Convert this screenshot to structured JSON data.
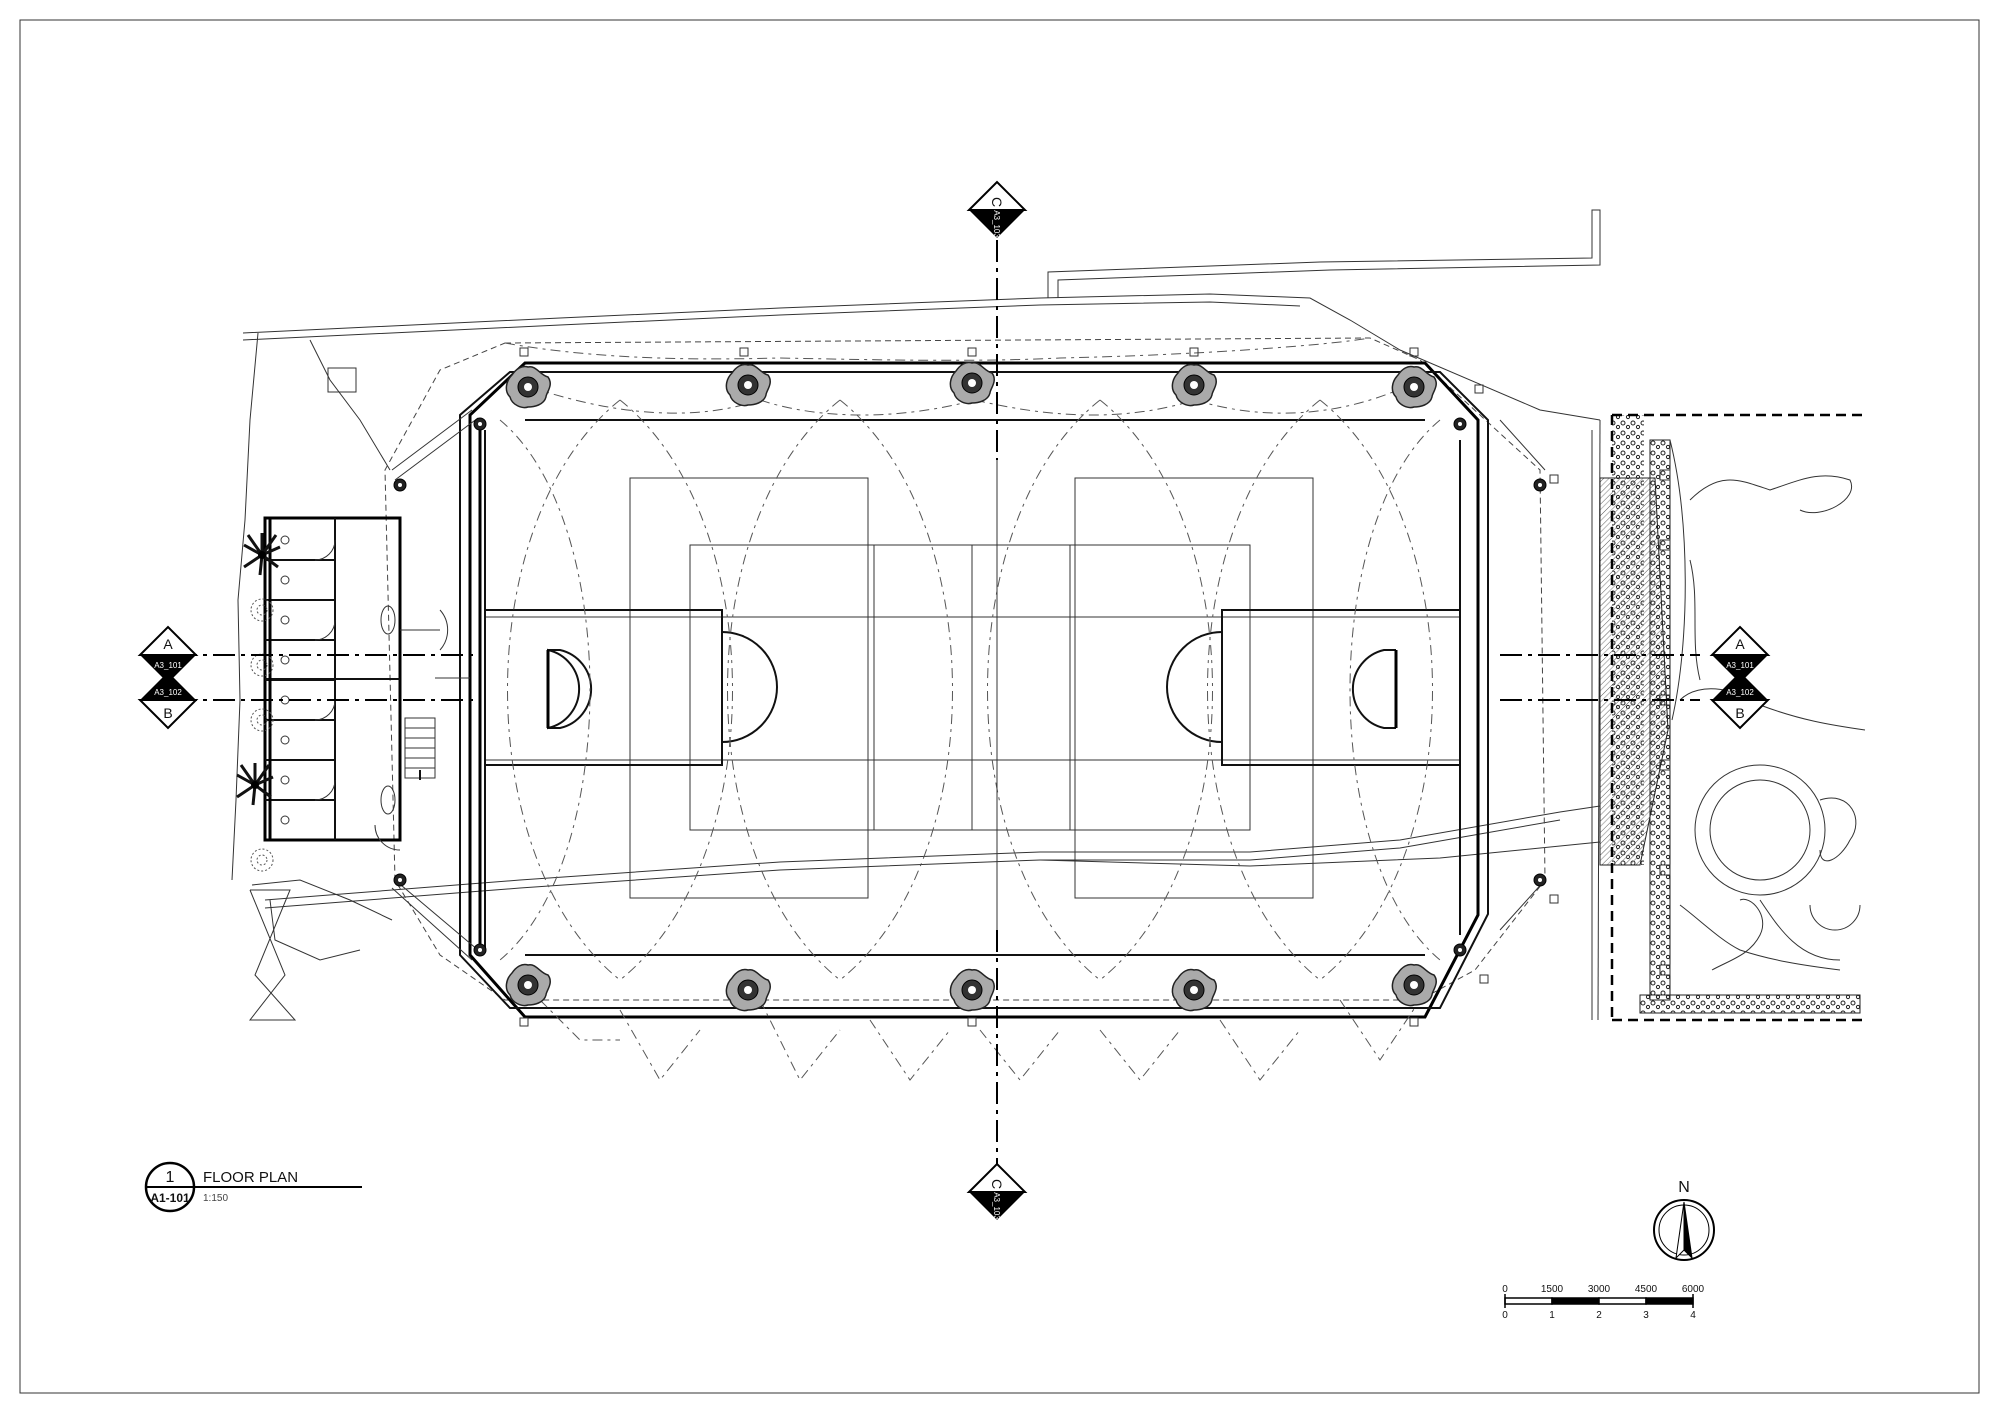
{
  "title_block": {
    "view_number": "1",
    "sheet_ref": "A1-101",
    "title": "FLOOR PLAN",
    "scale": "1:150"
  },
  "section_markers": {
    "a_left": {
      "letter": "A",
      "ref": "A3_101"
    },
    "b_left": {
      "letter": "B",
      "ref": "A3_102"
    },
    "a_right": {
      "letter": "A",
      "ref": "A3_101"
    },
    "b_right": {
      "letter": "B",
      "ref": "A3_102"
    },
    "c_top": {
      "letter": "C",
      "ref": "A3_103"
    },
    "c_bottom": {
      "letter": "C",
      "ref": "A3_103"
    }
  },
  "north_arrow": {
    "label": "N"
  },
  "scale_bar": {
    "mm_labels": [
      "0",
      "1500",
      "3000",
      "4500",
      "6000"
    ],
    "m_labels": [
      "0",
      "1",
      "2",
      "3",
      "4"
    ]
  },
  "colors": {
    "ink": "#111111",
    "paper": "#ffffff",
    "hatch": "#555555"
  }
}
